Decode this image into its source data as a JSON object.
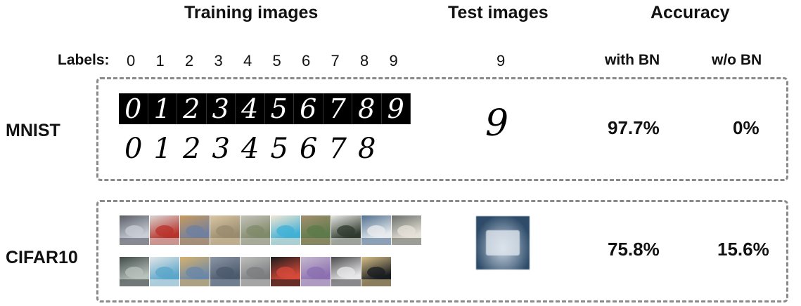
{
  "headers": {
    "training": "Training images",
    "test": "Test images",
    "accuracy": "Accuracy"
  },
  "labels_caption": "Labels:",
  "labels": [
    "0",
    "1",
    "2",
    "3",
    "4",
    "5",
    "6",
    "7",
    "8",
    "9"
  ],
  "test_label": "9",
  "acc_columns": {
    "with_bn": "with BN",
    "without_bn": "w/o BN"
  },
  "rows": {
    "mnist": {
      "name": "MNIST",
      "train_row1": [
        "0",
        "1",
        "2",
        "3",
        "4",
        "5",
        "6",
        "7",
        "8",
        "9"
      ],
      "train_row2": [
        "0",
        "1",
        "2",
        "3",
        "4",
        "5",
        "6",
        "7",
        "8"
      ],
      "test_digit": "9",
      "with_bn": "97.7%",
      "without_bn": "0%"
    },
    "cifar": {
      "name": "CIFAR10",
      "with_bn": "75.8%",
      "without_bn": "15.6%"
    }
  },
  "colors": {
    "panel_border": "#8a8a8a",
    "cifar_row1": [
      [
        "#c8cdd6",
        "#5b5e66"
      ],
      [
        "#b8322a",
        "#d9d6d3"
      ],
      [
        "#6e7fa0",
        "#c99a5e"
      ],
      [
        "#9a8b6f",
        "#d9c6a3"
      ],
      [
        "#7f8a6a",
        "#c5c2ba"
      ],
      [
        "#3fb0d6",
        "#f3e6d2"
      ],
      [
        "#5c7a4b",
        "#a48f6f"
      ],
      [
        "#2f3a2d",
        "#e7e7e4"
      ],
      [
        "#e9ecef",
        "#50708f"
      ],
      [
        "#e6e1d8",
        "#6a6f6a"
      ]
    ],
    "cifar_row2": [
      [
        "#b9c1bd",
        "#3f4a47"
      ],
      [
        "#5aa5c9",
        "#e3e6e8"
      ],
      [
        "#6a87a8",
        "#d7b26e"
      ],
      [
        "#4c5a6e",
        "#8b96a5"
      ],
      [
        "#7c7d80",
        "#bfbfbd"
      ],
      [
        "#d74a3a",
        "#1c1c1c"
      ],
      [
        "#8b6fb0",
        "#c6b9cf"
      ],
      [
        "#e8e8ea",
        "#4a4a4c"
      ],
      [
        "#181c20",
        "#d9c089"
      ]
    ],
    "cifar_test": [
      "#2e4c6a",
      "#c9d4e0"
    ]
  }
}
